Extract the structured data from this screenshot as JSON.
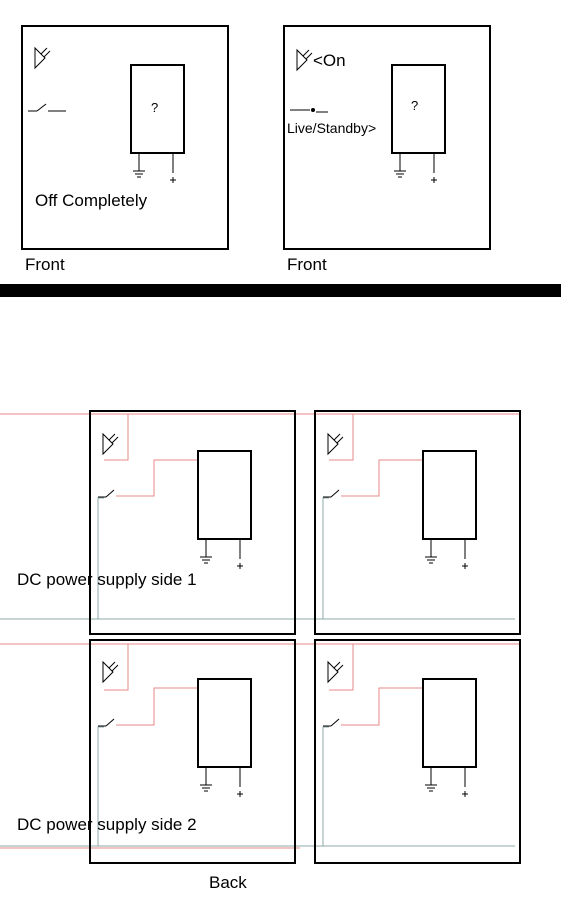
{
  "front": {
    "panel_left": {
      "caption": "Front",
      "state_label": "Off Completely",
      "box_mark": "?"
    },
    "panel_right": {
      "caption": "Front",
      "on_label": "<On",
      "standby_label": "Live/Standby>",
      "box_mark": "?"
    }
  },
  "back": {
    "caption": "Back",
    "supply_side_1": "DC power supply side 1",
    "supply_side_2": "DC power supply side 2"
  },
  "terminals": {
    "plus": "+"
  },
  "colors": {
    "outline": "#000000",
    "hot_wire": "#e88a8a",
    "return_wire": "#8fa8a8",
    "divider": "#000000"
  }
}
